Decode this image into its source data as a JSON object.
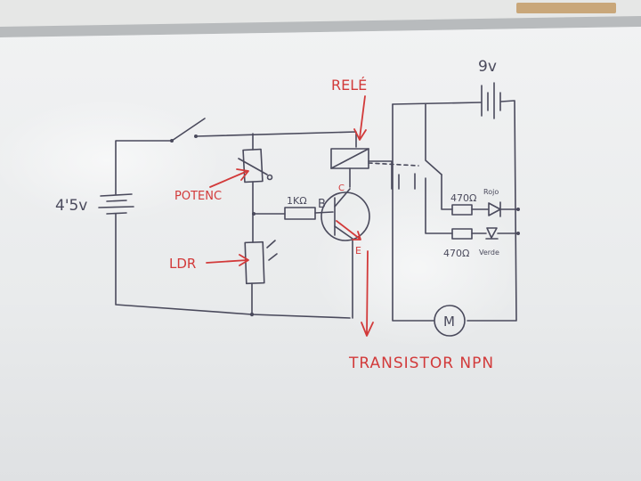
{
  "labels": {
    "supply_left": "4'5v",
    "supply_right": "9v",
    "rele": "RELÉ",
    "poten": "POTENC",
    "ldr": "LDR",
    "resistor_base": "1KΩ",
    "base": "B",
    "collector": "C",
    "emitter": "E",
    "res_top": "470Ω",
    "led_top": "Rojo",
    "res_bottom": "470Ω",
    "led_bottom": "Verde",
    "motor": "M",
    "transistor": "TRANSISTOR NPN"
  },
  "colors": {
    "ink_black": "#4a4a5c",
    "ink_red": "#d23a3a",
    "board": "#eceeef"
  }
}
